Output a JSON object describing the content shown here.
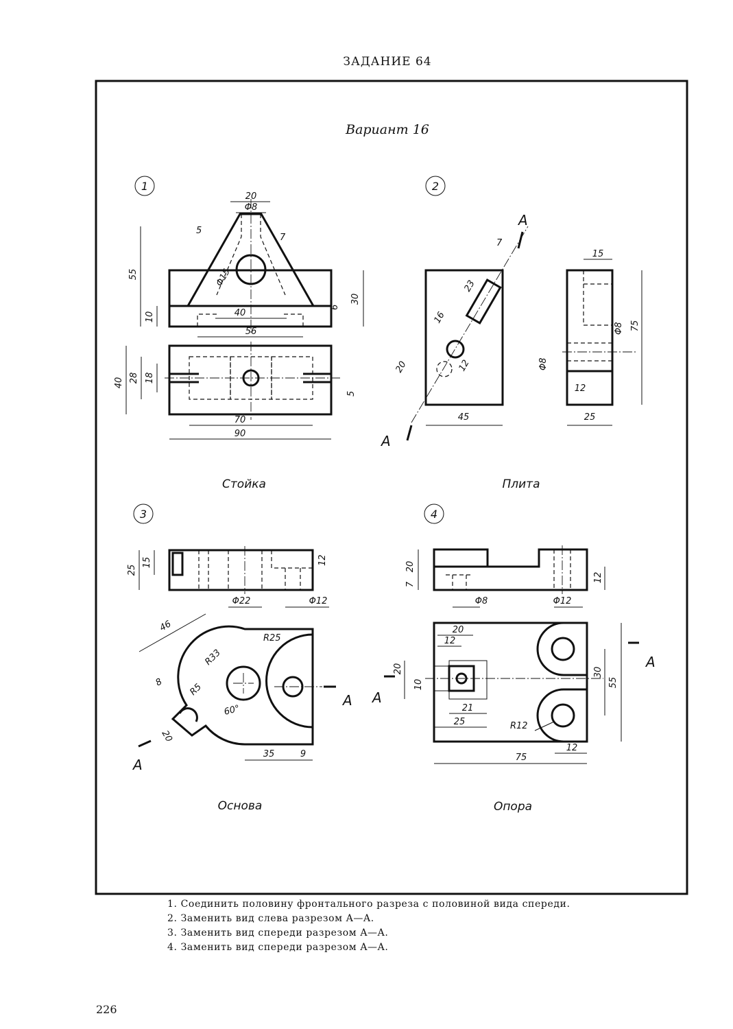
{
  "header": {
    "title": "ЗАДАНИЕ 64"
  },
  "variant": "Вариант 16",
  "parts": [
    {
      "number": "1",
      "name": "Стойка"
    },
    {
      "number": "2",
      "name": "Плита"
    },
    {
      "number": "3",
      "name": "Основа"
    },
    {
      "number": "4",
      "name": "Опора"
    }
  ],
  "section_letter": "A",
  "dims": {
    "p1": {
      "top_w": "20",
      "hole_top": "Φ8",
      "d5": "5",
      "d7": "7",
      "h55": "55",
      "hole": "Φ15",
      "h30": "30",
      "h10": "10",
      "w40": "40",
      "d6": "6",
      "w56": "56",
      "h40": "40",
      "h28": "28",
      "h18": "18",
      "d5b": "5",
      "w70": "70",
      "w90": "90"
    },
    "p2": {
      "d7": "7",
      "d23": "23",
      "d16": "16",
      "d20": "20",
      "d12": "12",
      "w45": "45",
      "w15": "15",
      "phi8a": "Φ8",
      "h75": "75",
      "phi8b": "Φ8",
      "d12b": "12",
      "w25": "25"
    },
    "p3": {
      "h25": "25",
      "h15": "15",
      "h12": "12",
      "phi22": "Φ22",
      "phi12": "Φ12",
      "d46": "46",
      "r25": "R25",
      "r33": "R33",
      "d8": "8",
      "r5": "R5",
      "ang": "60°",
      "d20": "20",
      "w35": "35",
      "w9": "9"
    },
    "p4": {
      "h20": "20",
      "h7": "7",
      "h12": "12",
      "phi8": "Φ8",
      "phi12": "Φ12",
      "w20": "20",
      "w12": "12",
      "h20b": "20",
      "h10": "10",
      "h30": "30",
      "h55": "55",
      "w21": "21",
      "w25": "25",
      "r12": "R12",
      "w12b": "12",
      "w75": "75"
    }
  },
  "tasks": [
    "1. Соединить половину фронтального разреза с половиной вида спереди.",
    "2. Заменить вид слева разрезом A—A.",
    "3. Заменить вид спереди разрезом A—A.",
    "4. Заменить вид спереди разрезом A—A."
  ],
  "page_number": "226"
}
